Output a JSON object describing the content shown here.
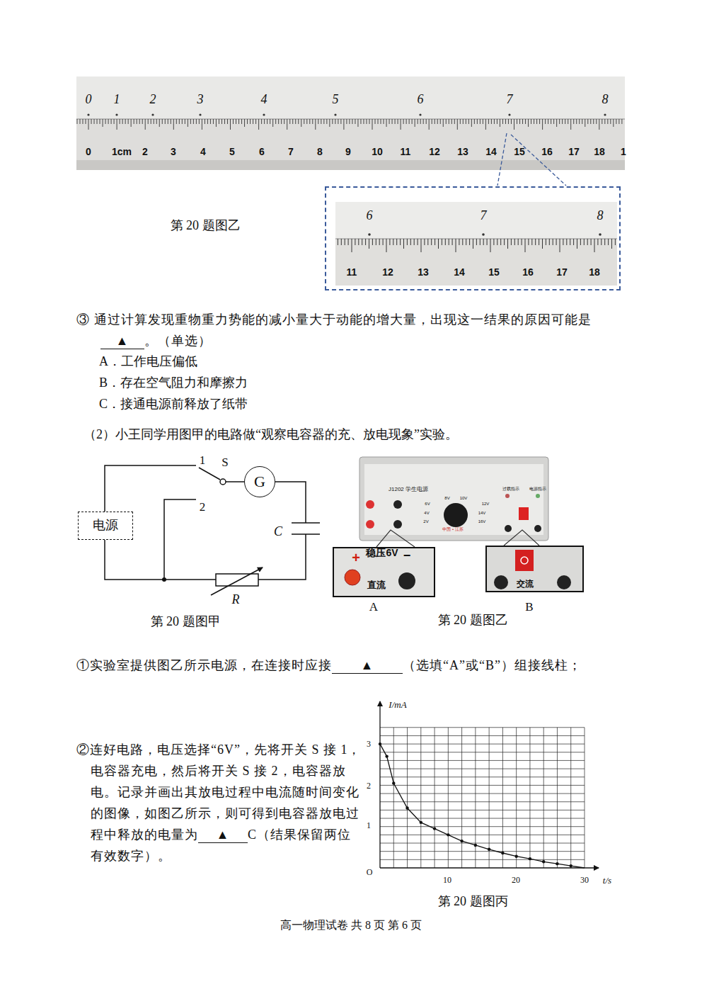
{
  "diagram": {
    "nodes": [
      {
        "text": [
          "6",
          "7",
          "8",
          "11",
          "12",
          "13",
          "14",
          "15",
          "16",
          "17",
          "18"
        ]
      },
      {
        "text": [
          "电源"
        ]
      },
      {
        "text": [
          "G"
        ]
      },
      {
        "text": [
          "+",
          "稳压6V",
          "−",
          "直流"
        ]
      },
      {
        "text": [
          "交流"
        ]
      }
    ],
    "labels": [
      "0",
      "1",
      "2",
      "3",
      "4",
      "5",
      "6",
      "7",
      "8",
      "0",
      "1cm",
      "2",
      "3",
      "4",
      "5",
      "6",
      "7",
      "8",
      "9",
      "10",
      "11",
      "12",
      "13",
      "14",
      "15",
      "16",
      "17",
      "18",
      "1",
      "第 20 题图乙",
      "③ 通过计算发现重物重力势能的减小量大于动能的增大量，出现这一结果的原因可能是",
      "▲",
      "。（单选）",
      "A．工作电压偏低",
      "B．存在空气阻力和摩擦力",
      "C．接通电源前释放了纸带",
      "（2）小王同学用图甲的电路做“观察电容器的充、放电现象”实验。",
      "1",
      "S",
      "2",
      "C",
      "R",
      "第 20 题图甲",
      "J1202 学生电源",
      "中国 • 江苏",
      "8V",
      "10V",
      "6V",
      "12V",
      "4V",
      "14V",
      "2V",
      "16V",
      "过载指示",
      "电源指示",
      "A",
      "B",
      "第 20 题图乙",
      "①实验室提供图乙所示电源，在连接时应接",
      "▲",
      "（选填“A”或“B”）组接线柱；",
      "I/mA",
      "3",
      "2",
      "1",
      "O",
      "10",
      "20",
      "30",
      "t/s",
      "②连好电路，电压选择“6V”，先将开关 S 接 1，电容器充电，然后将开关 S 接 2，电容器放电。记录并画出其放电过程中电流随时间变化的图像，如图乙所示，则可得到电容器放电过程中释放的电量为",
      "▲",
      "C（结果保留两位有效数字）。",
      "第 20 题图丙",
      "高一物理试卷 共 8 页 第 6 页"
    ]
  }
}
